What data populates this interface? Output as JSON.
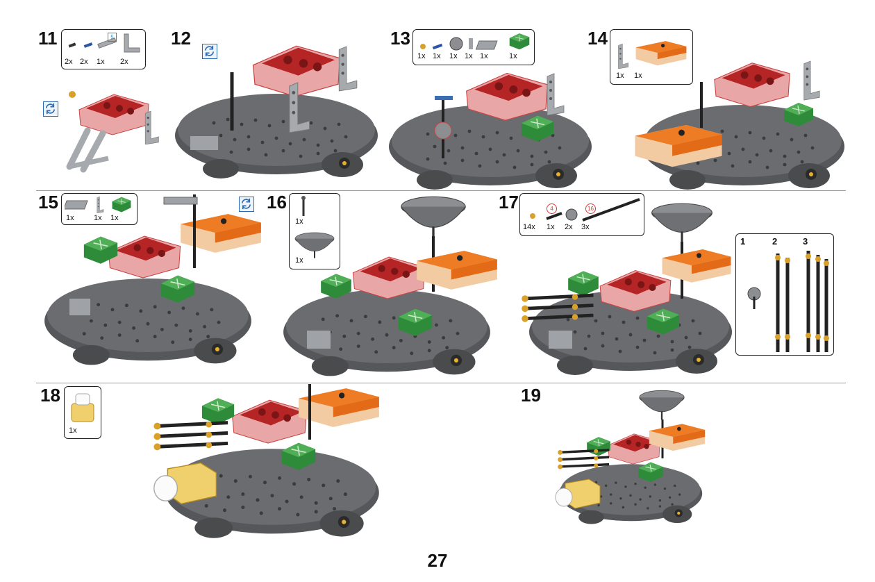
{
  "page_number": "27",
  "steps": [
    {
      "num": "11",
      "qty": [
        "2x",
        "2x",
        "1x",
        "2x"
      ],
      "marker": "5"
    },
    {
      "num": "12"
    },
    {
      "num": "13",
      "qty": [
        "1x",
        "1x",
        "1x",
        "1x",
        "1x",
        "1x"
      ]
    },
    {
      "num": "14",
      "qty": [
        "1x",
        "1x"
      ]
    },
    {
      "num": "15",
      "qty": [
        "1x",
        "1x",
        "1x"
      ]
    },
    {
      "num": "16",
      "qty": [
        "1x",
        "1x"
      ]
    },
    {
      "num": "17",
      "qty": [
        "14x",
        "1x",
        "2x",
        "3x"
      ],
      "markers": [
        "4",
        "16"
      ],
      "sub": [
        "1",
        "2",
        "3"
      ]
    },
    {
      "num": "18",
      "qty": [
        "1x"
      ]
    },
    {
      "num": "19"
    }
  ]
}
